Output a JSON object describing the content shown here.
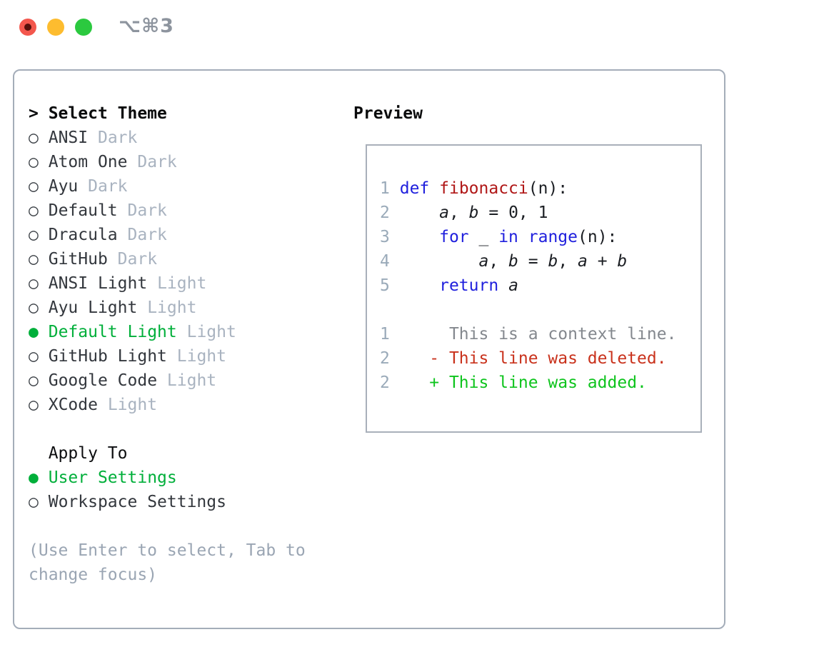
{
  "titlebar": {
    "shortcut": "⌥⌘3",
    "traffic_lights": [
      "close",
      "minimize",
      "zoom"
    ]
  },
  "theme_list": {
    "cursor": ">",
    "title": "Select Theme",
    "items": [
      {
        "name": "ANSI",
        "variant": "Dark",
        "selected": false
      },
      {
        "name": "Atom One",
        "variant": "Dark",
        "selected": false
      },
      {
        "name": "Ayu",
        "variant": "Dark",
        "selected": false
      },
      {
        "name": "Default",
        "variant": "Dark",
        "selected": false
      },
      {
        "name": "Dracula",
        "variant": "Dark",
        "selected": false
      },
      {
        "name": "GitHub",
        "variant": "Dark",
        "selected": false
      },
      {
        "name": "ANSI Light",
        "variant": "Light",
        "selected": false
      },
      {
        "name": "Ayu Light",
        "variant": "Light",
        "selected": false
      },
      {
        "name": "Default Light",
        "variant": "Light",
        "selected": true
      },
      {
        "name": "GitHub Light",
        "variant": "Light",
        "selected": false
      },
      {
        "name": "Google Code",
        "variant": "Light",
        "selected": false
      },
      {
        "name": "XCode",
        "variant": "Light",
        "selected": false
      }
    ],
    "radio_unselected_glyph": "○",
    "radio_selected_glyph": "●"
  },
  "apply_to": {
    "title": "Apply To",
    "options": [
      {
        "label": "User Settings",
        "selected": true
      },
      {
        "label": "Workspace Settings",
        "selected": false
      }
    ]
  },
  "footer": {
    "hint": "(Use Enter to select, Tab to change focus)"
  },
  "preview": {
    "title": "Preview",
    "lines": [
      [
        {
          "t": "1",
          "k": "lineno"
        },
        {
          "t": " ",
          "k": "plain"
        },
        {
          "t": "def",
          "k": "keyword"
        },
        {
          "t": " ",
          "k": "plain"
        },
        {
          "t": "fibonacci",
          "k": "function"
        },
        {
          "t": "(n):",
          "k": "plain"
        }
      ],
      [
        {
          "t": "2",
          "k": "lineno"
        },
        {
          "t": "     ",
          "k": "plain"
        },
        {
          "t": "a",
          "k": "var"
        },
        {
          "t": ", ",
          "k": "plain"
        },
        {
          "t": "b",
          "k": "var"
        },
        {
          "t": " = 0, 1",
          "k": "plain"
        }
      ],
      [
        {
          "t": "3",
          "k": "lineno"
        },
        {
          "t": "     ",
          "k": "plain"
        },
        {
          "t": "for",
          "k": "keyword"
        },
        {
          "t": " _ ",
          "k": "plain"
        },
        {
          "t": "in",
          "k": "keyword"
        },
        {
          "t": " ",
          "k": "plain"
        },
        {
          "t": "range",
          "k": "keyword"
        },
        {
          "t": "(n):",
          "k": "plain"
        }
      ],
      [
        {
          "t": "4",
          "k": "lineno"
        },
        {
          "t": "         ",
          "k": "plain"
        },
        {
          "t": "a",
          "k": "var"
        },
        {
          "t": ", ",
          "k": "plain"
        },
        {
          "t": "b",
          "k": "var"
        },
        {
          "t": " = ",
          "k": "plain"
        },
        {
          "t": "b",
          "k": "var"
        },
        {
          "t": ", ",
          "k": "plain"
        },
        {
          "t": "a",
          "k": "var"
        },
        {
          "t": " + ",
          "k": "plain"
        },
        {
          "t": "b",
          "k": "var"
        }
      ],
      [
        {
          "t": "5",
          "k": "lineno"
        },
        {
          "t": "     ",
          "k": "plain"
        },
        {
          "t": "return",
          "k": "keyword"
        },
        {
          "t": " ",
          "k": "plain"
        },
        {
          "t": "a",
          "k": "var"
        }
      ],
      [],
      [
        {
          "t": "1",
          "k": "lineno"
        },
        {
          "t": "      ",
          "k": "plain"
        },
        {
          "t": "This is a context line.",
          "k": "context"
        }
      ],
      [
        {
          "t": "2",
          "k": "lineno"
        },
        {
          "t": "    ",
          "k": "plain"
        },
        {
          "t": "- This line was deleted.",
          "k": "deleted"
        }
      ],
      [
        {
          "t": "2",
          "k": "lineno"
        },
        {
          "t": "    ",
          "k": "plain"
        },
        {
          "t": "+ This line was added.",
          "k": "added"
        }
      ]
    ]
  },
  "colors": {
    "accent_green": "#00af3a",
    "keyword_blue": "#1f1fdd",
    "function_red": "#b01717",
    "diff_deleted_red": "#c9321c",
    "diff_added_green": "#0ec41d",
    "muted_gray": "#a9b3c0",
    "hint_gray": "#9aa5b3",
    "line_number_gray": "#9aaab9",
    "panel_border_gray": "#a4adb9",
    "traffic_red": "#f3574d",
    "traffic_yellow": "#fdbc2f",
    "traffic_green": "#2bc93f"
  }
}
